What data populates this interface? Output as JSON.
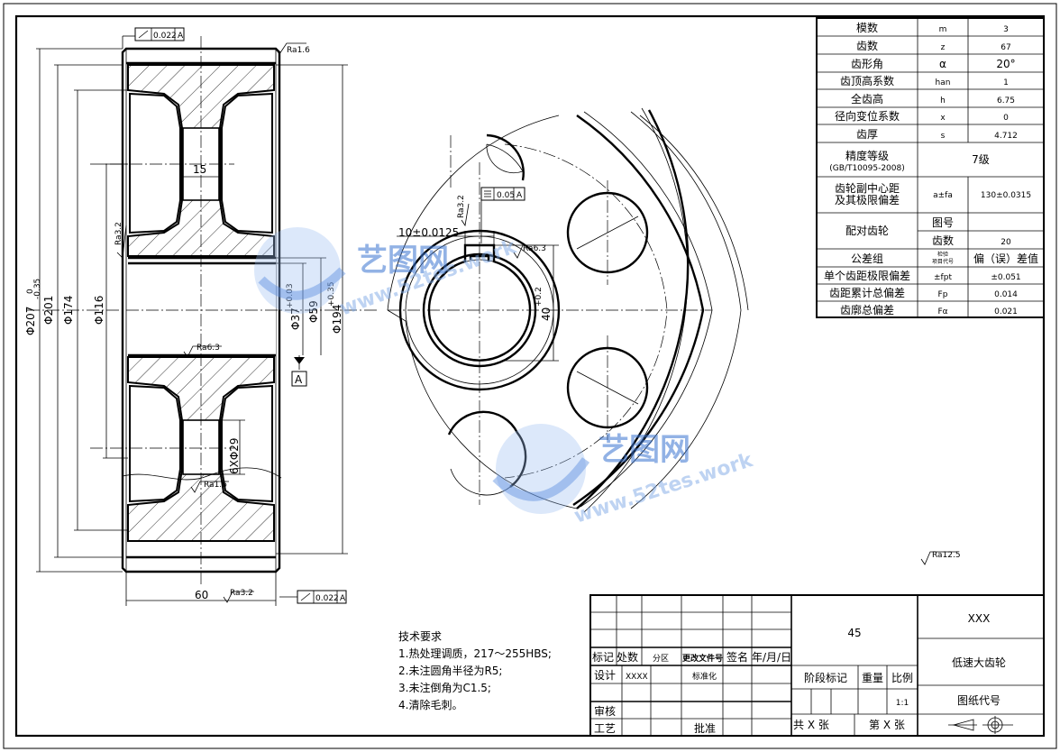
{
  "params_table": {
    "rows": [
      {
        "label": "模数",
        "sym": "m",
        "val": "3"
      },
      {
        "label": "齿数",
        "sym": "z",
        "val": "67"
      },
      {
        "label": "齿形角",
        "sym": "α",
        "val": "20°"
      },
      {
        "label": "齿顶高系数",
        "sym": "han",
        "val": "1"
      },
      {
        "label": "全齿高",
        "sym": "h",
        "val": "6.75"
      },
      {
        "label": "径向变位系数",
        "sym": "x",
        "val": "0"
      },
      {
        "label": "齿厚",
        "sym": "s",
        "val": "4.712"
      }
    ],
    "precision_label": "精度等级",
    "precision_std": "(GB/T10095-2008)",
    "precision_val": "7级",
    "center_label_1": "齿轮副中心距",
    "center_label_2": "及其极限偏差",
    "center_sym": "a±fa",
    "center_val": "130±0.0315",
    "mating_label": "配对齿轮",
    "mating_drawing_no": "图号",
    "mating_teeth": "齿数",
    "mating_teeth_val": "20",
    "tol_group_label": "公差组",
    "tol_group_sym_1": "检验",
    "tol_group_sym_2": "项目代号",
    "tol_group_val": "偏（误）差值",
    "pitch_dev_label": "单个齿距极限偏差",
    "pitch_dev_sym": "±fpt",
    "pitch_dev_val": "±0.051",
    "cum_dev_label": "齿距累计总偏差",
    "cum_dev_sym": "Fp",
    "cum_dev_val": "0.014",
    "profile_dev_label": "齿廓总偏差",
    "profile_dev_sym": "Fα",
    "profile_dev_val": "0.021"
  },
  "dimensions": {
    "d207": "Φ207",
    "d207_tol_top": "0",
    "d207_tol_bot": "-0.35",
    "d201": "Φ201",
    "d174": "Φ174",
    "d116": "Φ116",
    "d37": "Φ37",
    "d37_tol": "+0.03",
    "d59": "Φ59",
    "d194": "Φ194",
    "d194_tol": "+0.35",
    "width_15": "15",
    "width_60": "60",
    "holes": "6XΦ29",
    "ra16_top": "Ra1.6",
    "ra32_left": "Ra3.2",
    "ra63_hub": "Ra6.3",
    "ra16_bottom": "Ra1.6",
    "ra32_bottom": "Ra3.2",
    "ra125": "Ra12.5",
    "ra32_key": "Ra3.2",
    "ra63_key": "Ra6.3",
    "datum_a": "A",
    "runout_top_val": "0.022",
    "runout_top_ref": "A",
    "runout_bot_val": "0.022",
    "runout_bot_ref": "A",
    "sym_val": "0.05",
    "sym_ref": "A",
    "key_width": "10±0.0125",
    "key_depth": "40",
    "key_depth_tol": "+0.2"
  },
  "tech_requirements": {
    "heading": "技术要求",
    "items": [
      "1.热处理调质，217～255HBS;",
      "2.未注圆角半径为R5;",
      "3.未注倒角为C1.5;",
      "4.清除毛刺。"
    ]
  },
  "title_block": {
    "marker": "标记",
    "count": "处数",
    "zone": "分区",
    "change_doc": "更改文件号",
    "signature": "签名",
    "date": "年/月/日",
    "design": "设计",
    "designer": "XXXX",
    "standardize": "标准化",
    "review": "审核",
    "process": "工艺",
    "approve": "批准",
    "material": "45",
    "stage_mark": "阶段标记",
    "weight": "重量",
    "scale": "比例",
    "scale_val": "1:1",
    "total_sheets": "共 X 张",
    "sheet_no": "第 X 张",
    "company": "XXX",
    "part_name": "低速大齿轮",
    "drawing_code": "图纸代号"
  },
  "watermark": {
    "brand": "艺图网",
    "url": "www.52tes.work"
  }
}
